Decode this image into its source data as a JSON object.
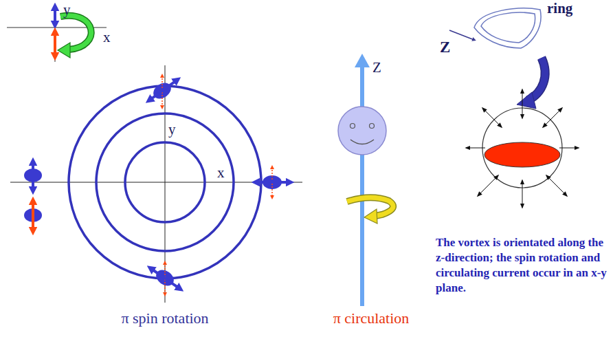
{
  "diagram": {
    "labels": [
      "y",
      "x",
      "ring",
      "Z",
      "y",
      "Z",
      "x",
      "The vortex is orientated along the z-direction; the spin rotation and circulating current occur in an x-y plane.",
      "π spin rotation",
      "π circulation"
    ]
  }
}
